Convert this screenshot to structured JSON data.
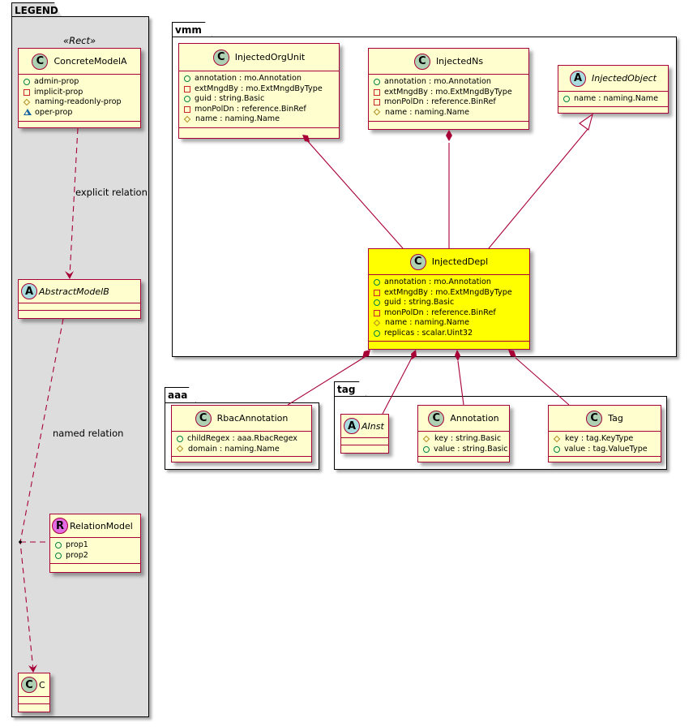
{
  "legend": {
    "package_name": "LEGEND",
    "stereotype": "«Rect»",
    "concrete_model": {
      "name": "ConcreteModelA",
      "kind": "C",
      "attributes": [
        {
          "visibility": "public",
          "text": "admin-prop"
        },
        {
          "visibility": "private",
          "text": "implicit-prop"
        },
        {
          "visibility": "protected",
          "text": "naming-readonly-prop"
        },
        {
          "visibility": "package",
          "text": "oper-prop"
        }
      ]
    },
    "abstract_model": {
      "name": "AbstractModelB",
      "kind": "A"
    },
    "relation_model": {
      "name": "RelationModel",
      "kind": "R",
      "attributes": [
        {
          "visibility": "public",
          "text": "prop1"
        },
        {
          "visibility": "public",
          "text": "prop2"
        }
      ]
    },
    "target_class": {
      "name": "C",
      "kind": "C"
    },
    "explicit_relation_label": "explicit relation",
    "named_relation_label": "named relation"
  },
  "vmm": {
    "package_name": "vmm",
    "classes": {
      "injected_org_unit": {
        "name": "InjectedOrgUnit",
        "kind": "C",
        "attributes": [
          {
            "visibility": "public",
            "text": "annotation : mo.Annotation"
          },
          {
            "visibility": "private",
            "text": "extMngdBy : mo.ExtMngdByType"
          },
          {
            "visibility": "public",
            "text": "guid : string.Basic"
          },
          {
            "visibility": "private",
            "text": "monPolDn : reference.BinRef"
          },
          {
            "visibility": "protected",
            "text": "name : naming.Name"
          }
        ]
      },
      "injected_ns": {
        "name": "InjectedNs",
        "kind": "C",
        "attributes": [
          {
            "visibility": "public",
            "text": "annotation : mo.Annotation"
          },
          {
            "visibility": "private",
            "text": "extMngdBy : mo.ExtMngdByType"
          },
          {
            "visibility": "private",
            "text": "monPolDn : reference.BinRef"
          },
          {
            "visibility": "protected",
            "text": "name : naming.Name"
          }
        ]
      },
      "injected_object": {
        "name": "InjectedObject",
        "kind": "A",
        "attributes": [
          {
            "visibility": "public",
            "text": "name : naming.Name"
          }
        ]
      },
      "injected_depl": {
        "name": "InjectedDepl",
        "kind": "C",
        "highlight_color": "#ffff00",
        "attributes": [
          {
            "visibility": "public",
            "text": "annotation : mo.Annotation"
          },
          {
            "visibility": "private",
            "text": "extMngdBy : mo.ExtMngdByType"
          },
          {
            "visibility": "public",
            "text": "guid : string.Basic"
          },
          {
            "visibility": "private",
            "text": "monPolDn : reference.BinRef"
          },
          {
            "visibility": "protected",
            "text": "name : naming.Name"
          },
          {
            "visibility": "public",
            "text": "replicas : scalar.Uint32"
          }
        ]
      }
    }
  },
  "aaa": {
    "package_name": "aaa",
    "classes": {
      "rbac_annotation": {
        "name": "RbacAnnotation",
        "kind": "C",
        "attributes": [
          {
            "visibility": "public",
            "text": "childRegex : aaa.RbacRegex"
          },
          {
            "visibility": "protected",
            "text": "domain : naming.Name"
          }
        ]
      }
    }
  },
  "tag": {
    "package_name": "tag",
    "classes": {
      "ainst": {
        "name": "AInst",
        "kind": "A"
      },
      "annotation": {
        "name": "Annotation",
        "kind": "C",
        "attributes": [
          {
            "visibility": "protected",
            "text": "key : string.Basic"
          },
          {
            "visibility": "public",
            "text": "value : string.Basic"
          }
        ]
      },
      "tag": {
        "name": "Tag",
        "kind": "C",
        "attributes": [
          {
            "visibility": "protected",
            "text": "key : tag.KeyType"
          },
          {
            "visibility": "public",
            "text": "value : tag.ValueType"
          }
        ]
      }
    }
  },
  "relations": [
    {
      "from": "InjectedOrgUnit",
      "to": "InjectedDepl",
      "type": "composition"
    },
    {
      "from": "InjectedNs",
      "to": "InjectedDepl",
      "type": "composition"
    },
    {
      "from": "InjectedDepl",
      "to": "InjectedObject",
      "type": "inheritance"
    },
    {
      "from": "InjectedDepl",
      "to": "RbacAnnotation",
      "type": "composition"
    },
    {
      "from": "InjectedDepl",
      "to": "AInst",
      "type": "composition"
    },
    {
      "from": "InjectedDepl",
      "to": "Annotation",
      "type": "composition"
    },
    {
      "from": "InjectedDepl",
      "to": "Tag",
      "type": "composition"
    },
    {
      "from": "ConcreteModelA",
      "to": "AbstractModelB",
      "type": "dependency",
      "label": "explicit relation"
    },
    {
      "from": "AbstractModelB",
      "to": "C",
      "type": "dependency",
      "label": "named relation",
      "association_class": "RelationModel"
    }
  ],
  "colors": {
    "class_fill": "#fefece",
    "class_border": "#a80036",
    "highlight_fill": "#ffff00",
    "legend_fill": "#dddddd",
    "badge_class": "#add1b2",
    "badge_abstract": "#a9dcdf",
    "badge_relation": "#e36be3"
  }
}
